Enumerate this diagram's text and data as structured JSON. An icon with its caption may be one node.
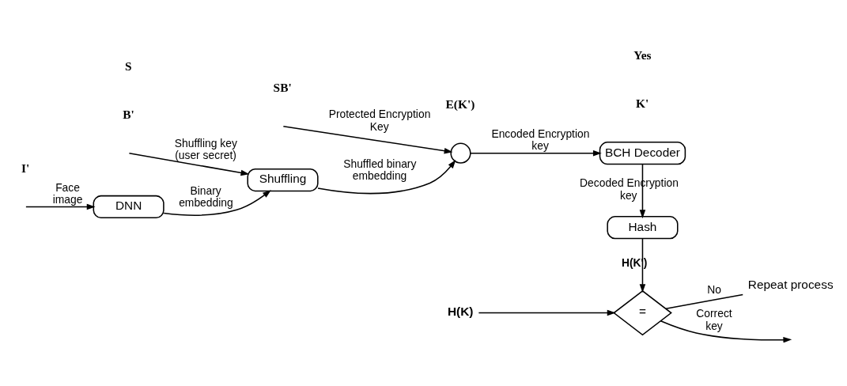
{
  "diagram": {
    "nodes": [
      {
        "text": [
          "DNN"
        ]
      },
      {
        "text": [
          "Shuffling"
        ]
      },
      {
        "text": [],
        "shape": "circle"
      },
      {
        "text": [
          "BCH Decoder"
        ]
      },
      {
        "text": [
          "Hash"
        ]
      },
      {
        "text": [
          "="
        ]
      },
      {
        "text": [
          "H(K)"
        ]
      },
      {
        "text": [
          "Repeat process"
        ]
      }
    ],
    "edges": [
      {
        "from": null,
        "to": 0,
        "arrow": "to",
        "label": "Face image"
      },
      {
        "from": 0,
        "to": 1,
        "arrow": "to",
        "label": "Binary embedding"
      },
      {
        "from": null,
        "to": 1,
        "arrow": "to",
        "label": "Shuffling key (user secret)"
      },
      {
        "from": 1,
        "to": 2,
        "arrow": "to",
        "label": "Shuffled binary embedding"
      },
      {
        "from": null,
        "to": 2,
        "arrow": "to",
        "label": "Protected Encryption Key"
      },
      {
        "from": 2,
        "to": 3,
        "arrow": "to",
        "label": "Encoded Encryption key"
      },
      {
        "from": 3,
        "to": 4,
        "arrow": "to",
        "label": "Decoded Encryption key"
      },
      {
        "from": 4,
        "to": 5,
        "arrow": "to",
        "label": "H(K')"
      },
      {
        "from": 6,
        "to": 5,
        "arrow": "to"
      },
      {
        "from": 5,
        "to": 7,
        "arrow": "none",
        "label": "No"
      },
      {
        "from": 5,
        "to": null,
        "arrow": "to",
        "label": "Correct key"
      }
    ],
    "labels": [
      "I'",
      "B'",
      "SB'",
      "E(K')",
      "K'",
      "S",
      "Yes"
    ]
  }
}
